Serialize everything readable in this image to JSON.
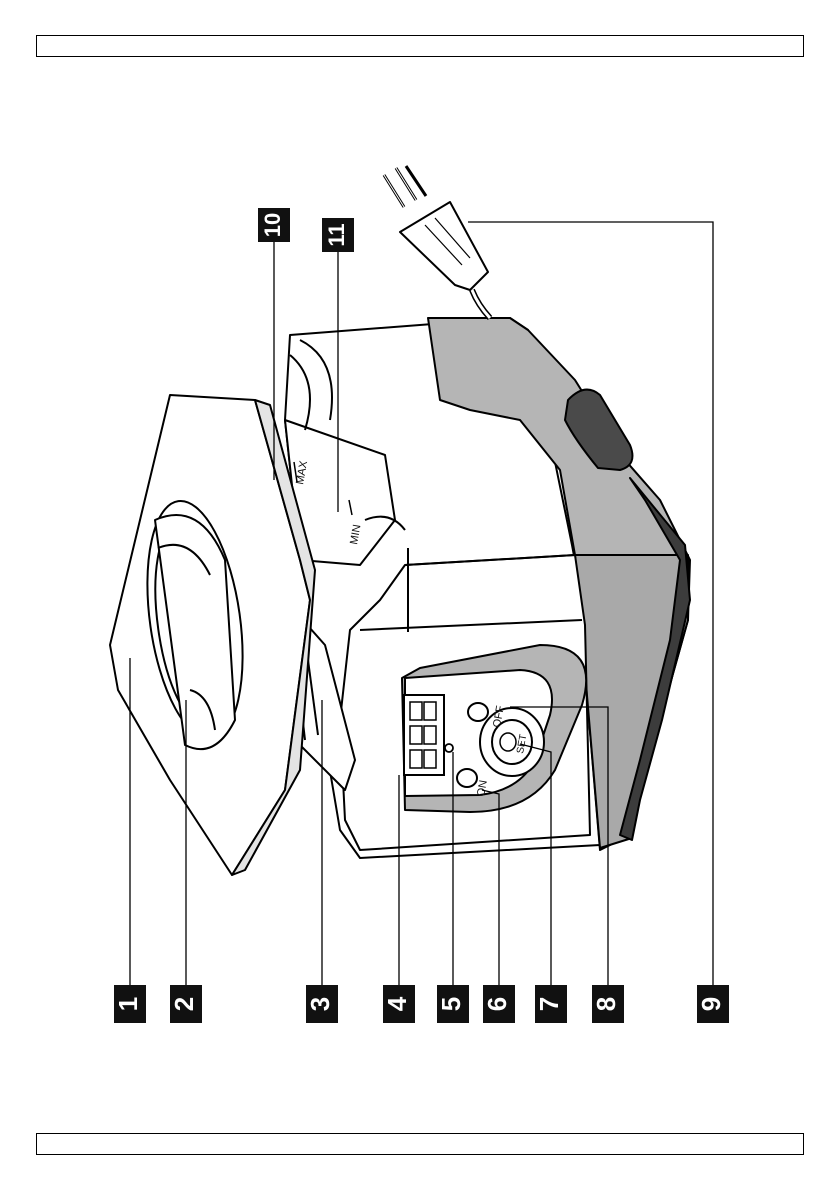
{
  "callouts": {
    "c1": "1",
    "c2": "2",
    "c3": "3",
    "c4": "4",
    "c5": "5",
    "c6": "6",
    "c7": "7",
    "c8": "8",
    "c9": "9",
    "c10": "10",
    "c11": "11"
  },
  "device_labels": {
    "max": "MAX",
    "min": "MIN",
    "on": "ON",
    "off": "OFF",
    "set": "SET"
  },
  "colors": {
    "body_grey": "#b5b5b5",
    "dark_grey": "#4a4a4a",
    "badge": "#111111"
  }
}
